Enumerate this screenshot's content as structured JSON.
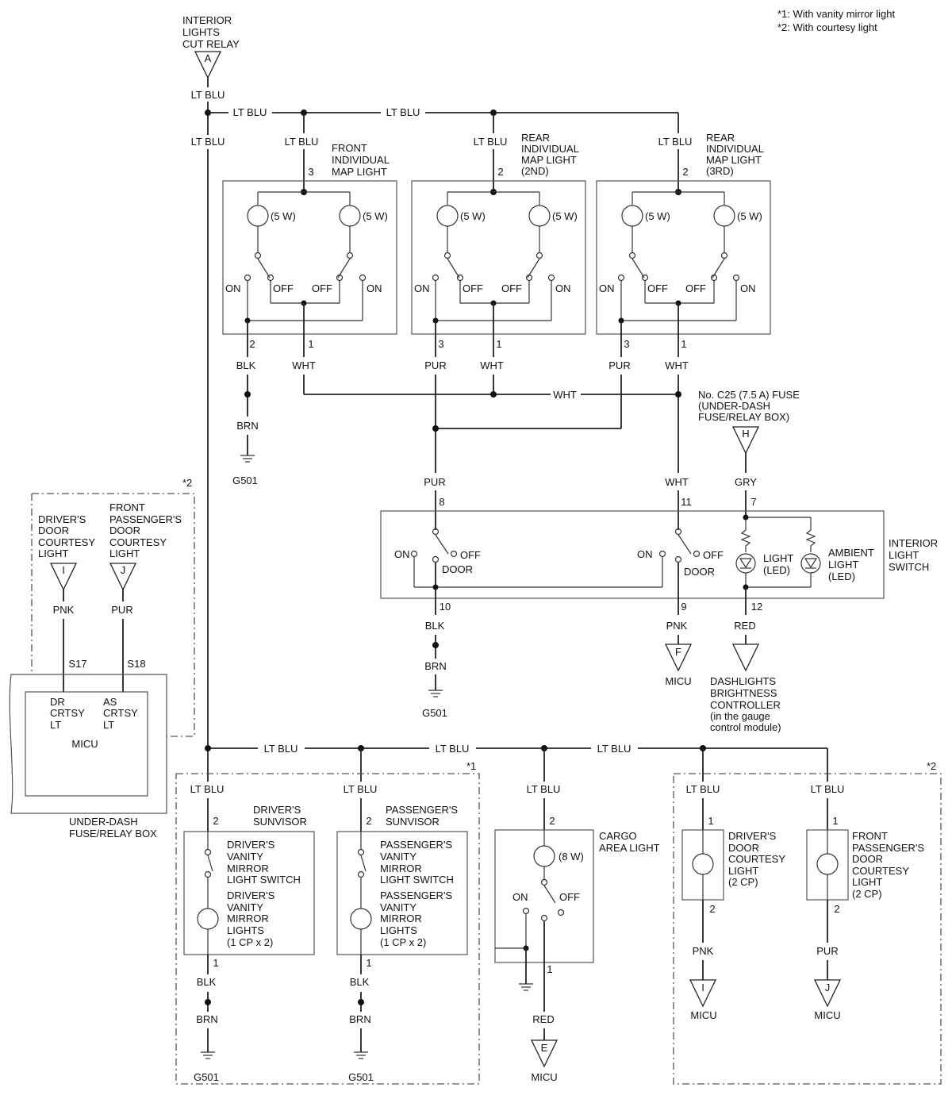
{
  "notes": [
    "*1: With vanity mirror light",
    "*2: With courtesy light"
  ],
  "relay": {
    "lines": [
      "INTERIOR",
      "LIGHTS",
      "CUT RELAY"
    ],
    "conn": "A"
  },
  "front_map": {
    "lines": [
      "FRONT",
      "INDIVIDUAL",
      "MAP LIGHT"
    ]
  },
  "rear_map_2nd": {
    "lines": [
      "REAR",
      "INDIVIDUAL",
      "MAP LIGHT",
      "(2ND)"
    ]
  },
  "rear_map_3rd": {
    "lines": [
      "REAR",
      "INDIVIDUAL",
      "MAP LIGHT",
      "(3RD)"
    ]
  },
  "fuse": {
    "lines": [
      "No. C25 (7.5 A) FUSE",
      "(UNDER-DASH",
      "FUSE/RELAY BOX)"
    ],
    "conn": "H"
  },
  "interior_switch": {
    "lines": [
      "INTERIOR",
      "LIGHT",
      "SWITCH"
    ],
    "light_lines": [
      "LIGHT",
      "(LED)"
    ],
    "ambient_lines": [
      "AMBIENT",
      "LIGHT",
      "(LED)"
    ]
  },
  "dash_ctrl": {
    "lines": [
      "DASHLIGHTS",
      "BRIGHTNESS",
      "CONTROLLER",
      "(in the gauge",
      "control module)"
    ]
  },
  "drv_courtesy_ref": {
    "lines": [
      "DRIVER'S",
      "DOOR",
      "COURTESY",
      "LIGHT"
    ],
    "conn": "I"
  },
  "pass_courtesy_ref": {
    "lines": [
      "FRONT",
      "PASSENGER'S",
      "DOOR",
      "COURTESY",
      "LIGHT"
    ],
    "conn": "J"
  },
  "micu": {
    "name": "MICU",
    "dr_lines": [
      "DR",
      "CRTSY",
      "LT"
    ],
    "as_lines": [
      "AS",
      "CRTSY",
      "LT"
    ],
    "box_lines": [
      "UNDER-DASH",
      "FUSE/RELAY BOX"
    ]
  },
  "sunvisor_drv": {
    "lines": [
      "DRIVER'S",
      "SUNVISOR"
    ],
    "switch_lines": [
      "DRIVER'S",
      "VANITY",
      "MIRROR",
      "LIGHT SWITCH"
    ],
    "light_lines": [
      "DRIVER'S",
      "VANITY",
      "MIRROR",
      "LIGHTS",
      "(1 CP x 2)"
    ]
  },
  "sunvisor_pass": {
    "lines": [
      "PASSENGER'S",
      "SUNVISOR"
    ],
    "switch_lines": [
      "PASSENGER'S",
      "VANITY",
      "MIRROR",
      "LIGHT SWITCH"
    ],
    "light_lines": [
      "PASSENGER'S",
      "VANITY",
      "MIRROR",
      "LIGHTS",
      "(1 CP x 2)"
    ]
  },
  "cargo": {
    "lines": [
      "CARGO",
      "AREA LIGHT"
    ],
    "watt": "(8 W)"
  },
  "drv_door_light": {
    "lines": [
      "DRIVER'S",
      "DOOR",
      "COURTESY",
      "LIGHT",
      "(2 CP)"
    ]
  },
  "pass_door_light": {
    "lines": [
      "FRONT",
      "PASSENGER'S",
      "DOOR",
      "COURTESY",
      "LIGHT",
      "(2 CP)"
    ]
  },
  "wires": {
    "ltblu": "LT BLU",
    "blk": "BLK",
    "brn": "BRN",
    "wht": "WHT",
    "pur": "PUR",
    "pnk": "PNK",
    "gry": "GRY",
    "red": "RED"
  },
  "switch_pos": {
    "on": "ON",
    "off": "OFF",
    "door": "DOOR"
  },
  "bulb_watt": "(5 W)",
  "ground": "G501",
  "micu_label": "MICU",
  "conn_refs": {
    "E": "E",
    "F": "F",
    "I": "I",
    "J": "J"
  },
  "pins": {
    "front_map": [
      "3",
      "2",
      "1"
    ],
    "rear_2nd": [
      "2",
      "3",
      "1"
    ],
    "rear_3rd": [
      "2",
      "3",
      "1"
    ],
    "sw": [
      "8",
      "11",
      "7",
      "10",
      "9",
      "12"
    ],
    "micu": [
      "S17",
      "S18"
    ],
    "drv_vis": [
      "2",
      "1"
    ],
    "pass_vis": [
      "2",
      "1"
    ],
    "cargo": [
      "2",
      "1"
    ],
    "drv_door": [
      "1",
      "2"
    ],
    "pass_door": [
      "1",
      "2"
    ]
  },
  "markers": {
    "one": "*1",
    "two": "*2"
  }
}
